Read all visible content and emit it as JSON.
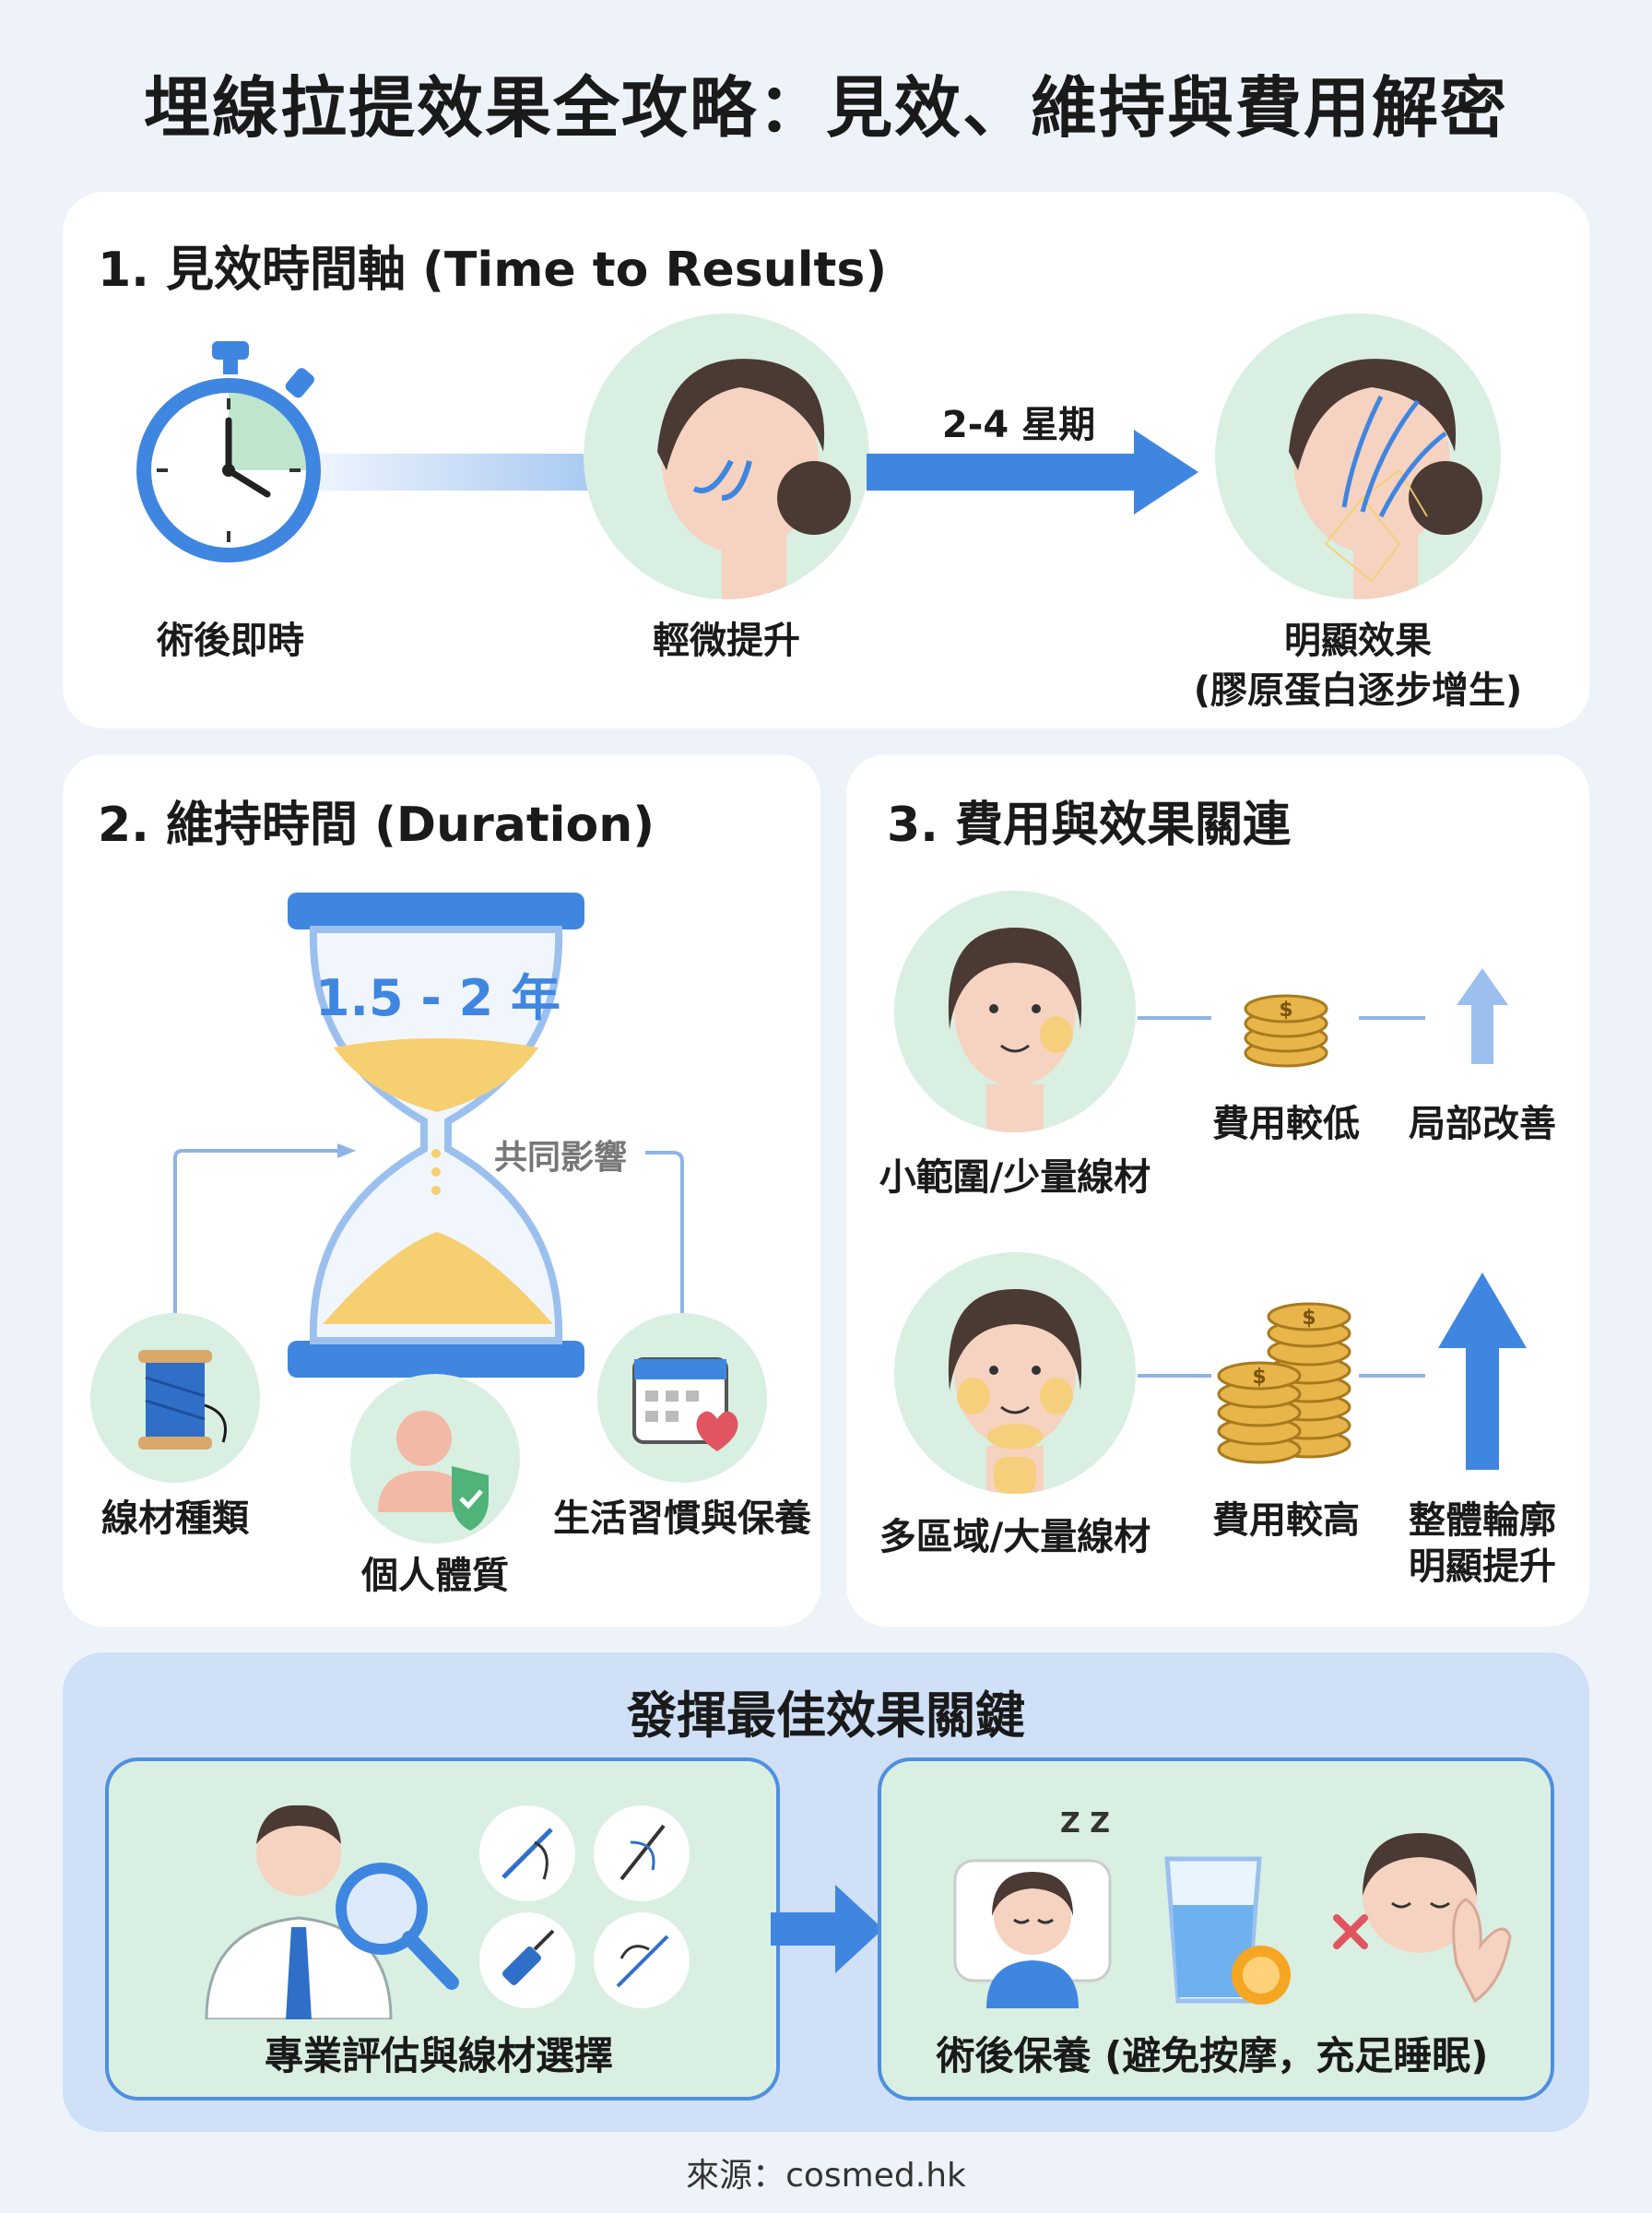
{
  "title": "埋線拉提效果全攻略：見效、維持與費用解密",
  "section1": {
    "heading": "1. 見效時間軸 (Time to Results)",
    "timeline": [
      {
        "label": "術後即時",
        "icon": "stopwatch-icon"
      },
      {
        "label": "輕微提升",
        "icon": "face-slight-lift-icon"
      },
      {
        "label": "明顯效果",
        "sublabel": "(膠原蛋白逐步增生)",
        "icon": "face-full-lift-icon"
      }
    ],
    "arrow_label": "2-4 星期"
  },
  "section2": {
    "heading": "2. 維持時間 (Duration)",
    "duration": "1.5 - 2 年",
    "influence_label": "共同影響",
    "factors": [
      {
        "label": "線材種類",
        "icon": "thread-spool-icon"
      },
      {
        "label": "個人體質",
        "icon": "person-shield-icon"
      },
      {
        "label": "生活習慣與保養",
        "icon": "calendar-heart-icon"
      }
    ]
  },
  "section3": {
    "heading": "3. 費用與效果關連",
    "rows": [
      {
        "scope": "小範圍/少量線材",
        "cost": "費用較低",
        "effect": "局部改善"
      },
      {
        "scope": "多區域/大量線材",
        "cost": "費用較高",
        "effect": "整體輪廓",
        "effect2": "明顯提升"
      }
    ]
  },
  "keys": {
    "heading": "發揮最佳效果關鍵",
    "items": [
      {
        "label": "專業評估與線材選擇"
      },
      {
        "label": "術後保養 (避免按摩，充足睡眠)"
      }
    ],
    "zz": "Z Z"
  },
  "source": "來源：cosmed.hk",
  "colors": {
    "accent": "#3f86e0",
    "mint": "#d9efe2",
    "sand": "#f6cf70",
    "page": "#eef3fa"
  }
}
